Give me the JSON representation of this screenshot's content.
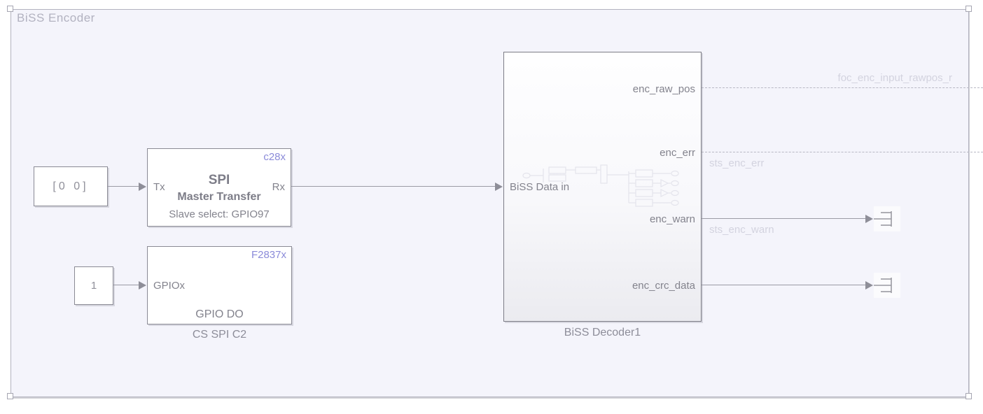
{
  "title": "BiSS Encoder",
  "blocks": {
    "const_vec": {
      "value": "[0 0]"
    },
    "spi": {
      "chip": "c28x",
      "name": "SPI",
      "name2": "Master Transfer",
      "detail": "Slave select: GPIO97",
      "port_in": "Tx",
      "port_out": "Rx"
    },
    "const_one": {
      "value": "1"
    },
    "gpio": {
      "chip": "F2837x",
      "port_in": "GPIOx",
      "name": "GPIO DO",
      "caption": "CS SPI C2"
    },
    "decoder": {
      "caption": "BiSS Decoder1",
      "port_in": "BiSS Data in",
      "outs": [
        "enc_raw_pos",
        "enc_err",
        "enc_warn",
        "enc_crc_data"
      ]
    }
  },
  "signals": {
    "rawpos": "foc_enc_input_rawpos_r",
    "err": "sts_enc_err",
    "warn": "sts_enc_warn"
  },
  "colors": {
    "chip_text": "#8b8bd9",
    "block_text": "#83838d",
    "subsystem_fill": "#f4f4fb",
    "wire": "#9a9aa4",
    "faint_label": "#d3d3df"
  }
}
